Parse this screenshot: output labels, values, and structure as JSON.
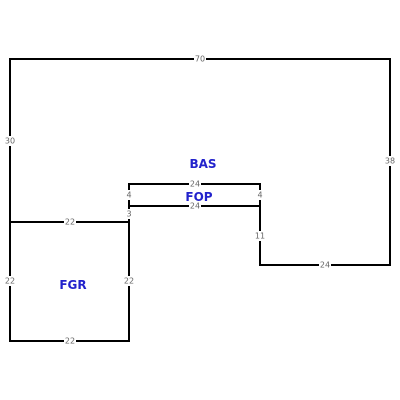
{
  "colors": {
    "line": "#000000",
    "dimension_text": "#666666",
    "area_label": "#2222cc",
    "background": "#ffffff"
  },
  "areas": {
    "bas": "BAS",
    "fop": "FOP",
    "fgr": "FGR"
  },
  "dimensions": {
    "bas_top": "70",
    "bas_left": "30",
    "bas_right": "38",
    "bas_bottom_right": "24",
    "bas_notch_right": "11",
    "fop_top": "24",
    "fop_bottom": "24",
    "fop_left": "4",
    "fop_right": "4",
    "fgr_top": "22",
    "fgr_bottom": "22",
    "fgr_left": "22",
    "fgr_right": "22",
    "fgr_notch": "3"
  }
}
